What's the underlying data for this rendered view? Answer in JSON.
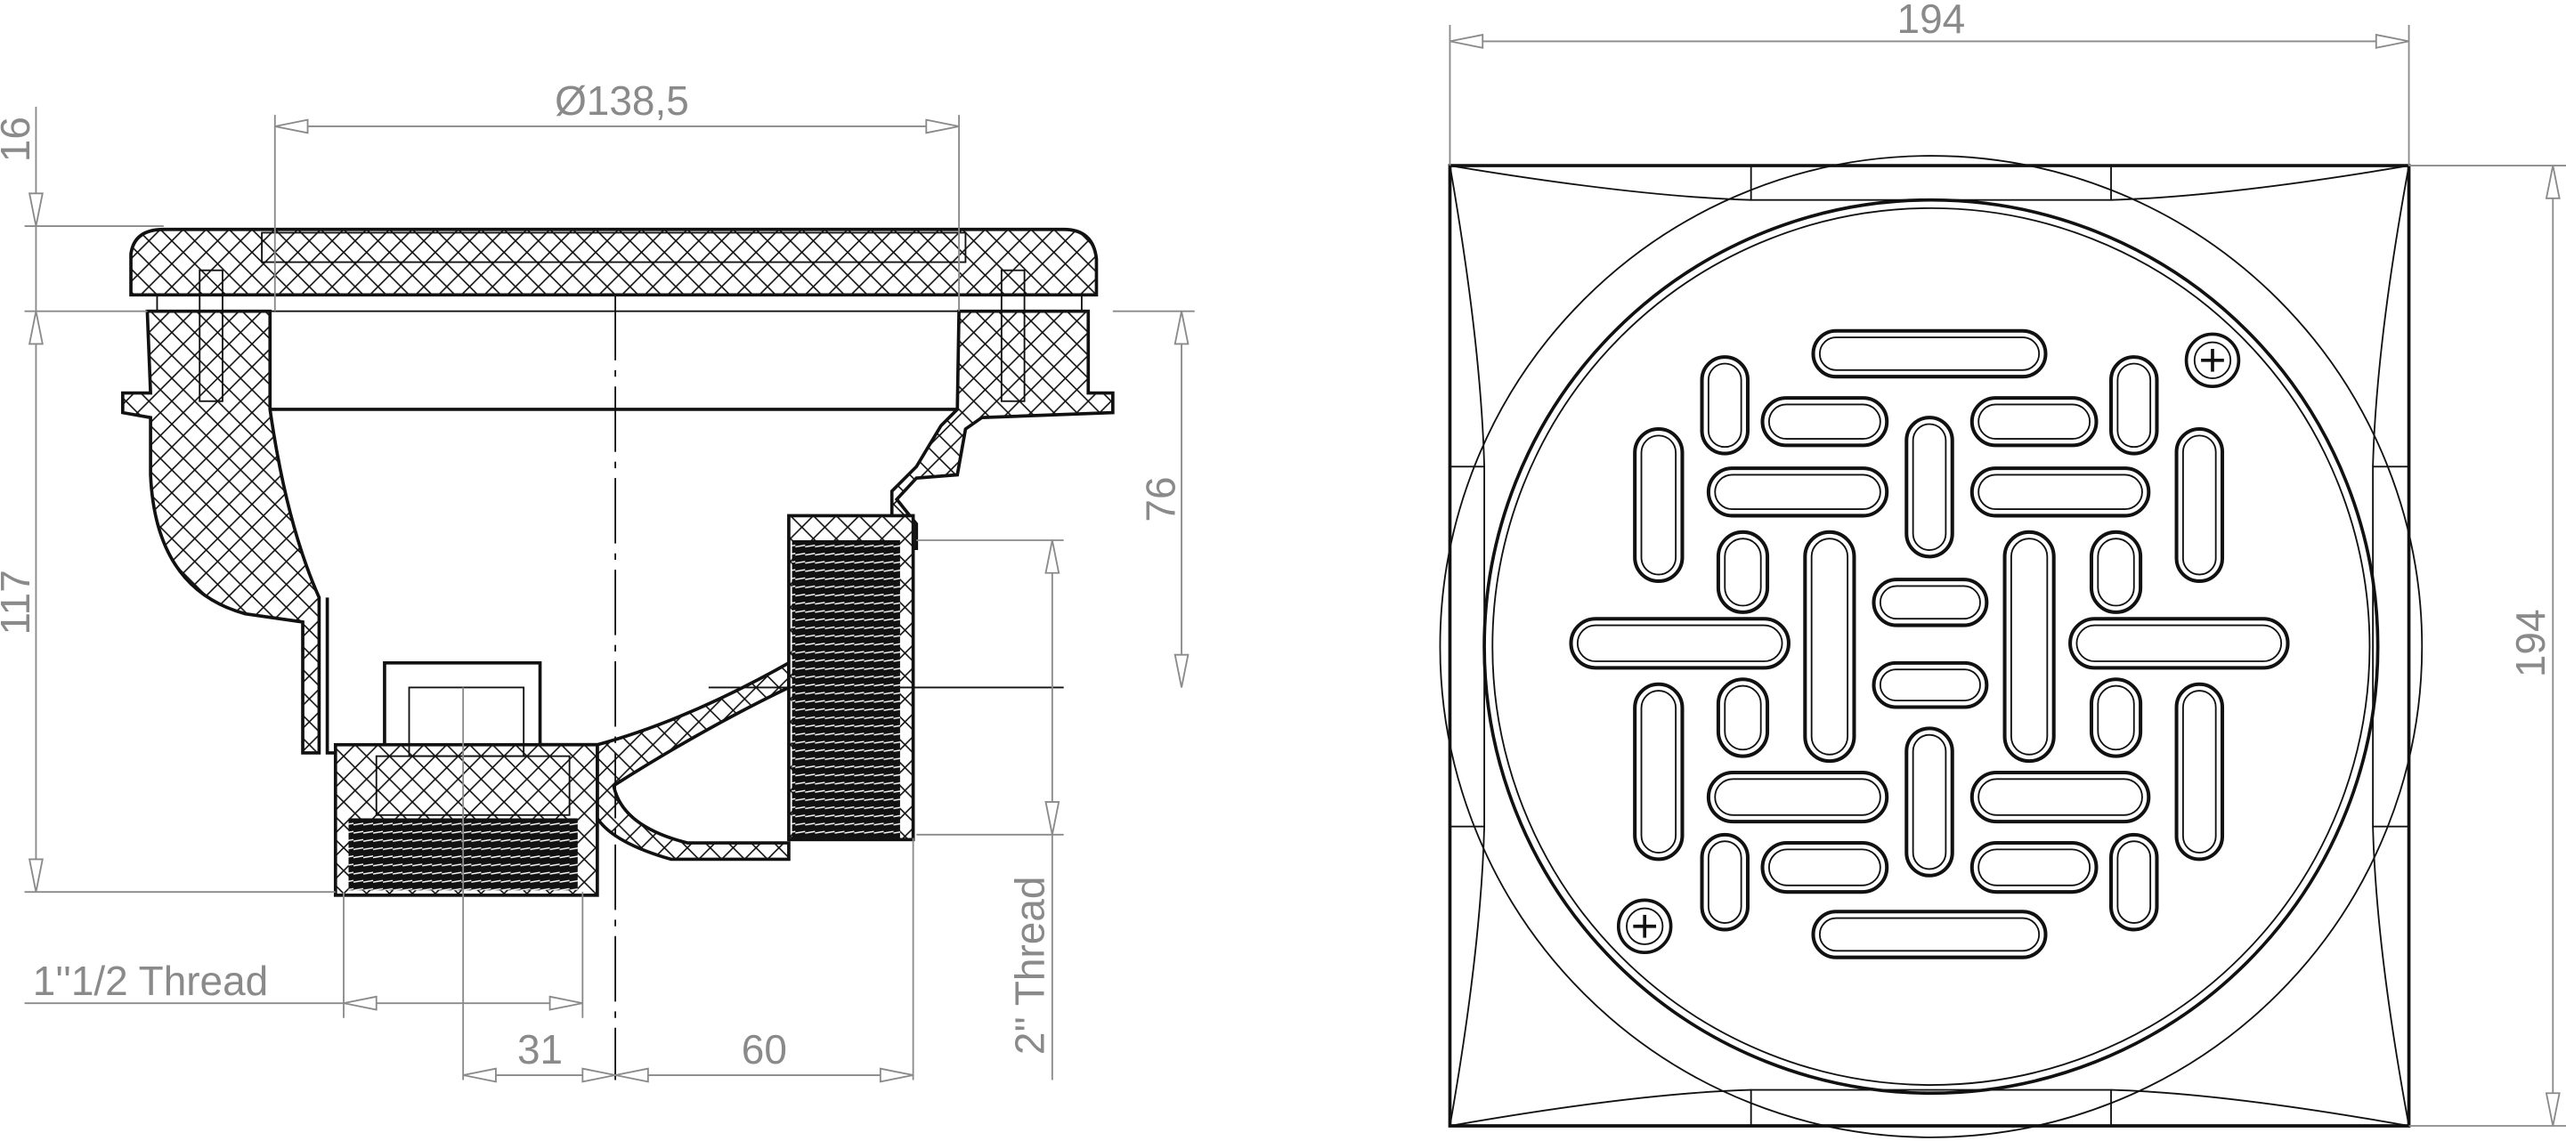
{
  "section_view": {
    "diameter_label": "Ø138,5",
    "flange_height_label": "16",
    "total_height_label": "117",
    "outlet_height_label": "76",
    "side_thread_label": "2'' Thread",
    "bottom_thread_label": "1''1/2 Thread",
    "offset_31_label": "31",
    "offset_60_label": "60"
  },
  "plan_view": {
    "width_label": "194",
    "height_label": "194"
  },
  "colors": {
    "outline": "#111111",
    "dimension": "#8a8a8a"
  }
}
